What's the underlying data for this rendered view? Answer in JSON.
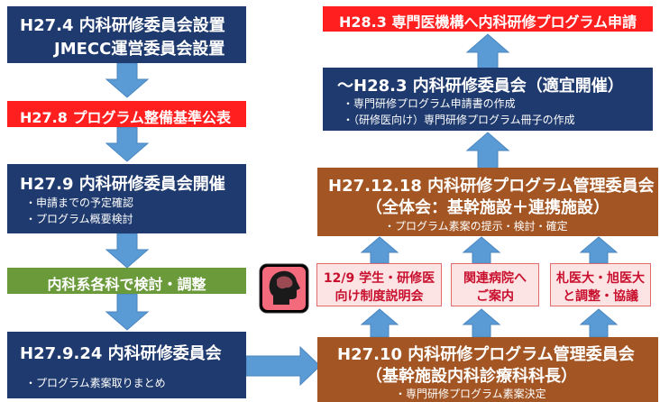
{
  "boxes": {
    "b1": {
      "line1": "H27.4 内科研修委員会設置",
      "line2": "JMECC運営委員会設置"
    },
    "b2": {
      "text": "H27.8 プログラム整備基準公表"
    },
    "b3": {
      "title": "H27.9 内科研修委員会開催",
      "item1": "・申請までの予定確認",
      "item2": "・プログラム概要検討"
    },
    "b4": {
      "text": "内科系各科で検討・調整"
    },
    "b5": {
      "title": "H27.9.24 内科研修委員会",
      "item1": "・プログラム素案取りまとめ"
    },
    "r1": {
      "text": "H28.3 専門医機構へ内科研修プログラム申請"
    },
    "r2": {
      "title": "〜H28.3 内科研修委員会（適宜開催）",
      "item1": "・専門研修プログラム申請書の作成",
      "item2": "・（研修医向け）専門研修プログラム冊子の作成"
    },
    "r3": {
      "line1": "H27.12.18 内科研修プログラム管理委員会",
      "line2": "（全体会：基幹施設＋連携施設）",
      "item1": "・プログラム素案の提示・検討・確定"
    },
    "p1": {
      "line1": "12/9 学生・研修医",
      "line2": "向け制度説明会"
    },
    "p2": {
      "line1": "関連病院へ",
      "line2": "ご案内"
    },
    "p3": {
      "line1": "札医大・旭医大",
      "line2": "と調整・協議"
    },
    "r4": {
      "line1": "H27.10 内科研修プログラム管理委員会",
      "line2": "（基幹施設内科診療科科長）",
      "item1": "・専門研修プログラム素案決定"
    }
  },
  "colors": {
    "navy": "#1f3a6e",
    "brown": "#a35623",
    "red": "#ff1f1f",
    "green": "#6a9a3a",
    "arrow": "#5b9bd5"
  },
  "icons": {
    "head": "head-thinking-icon"
  }
}
